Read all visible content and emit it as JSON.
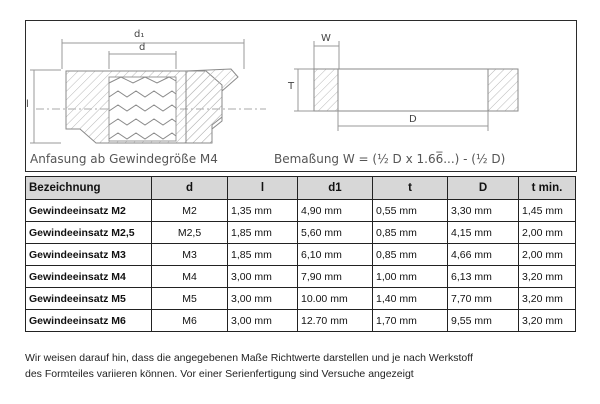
{
  "figure": {
    "left_caption": "Anfasung ab Gewindegröße M4",
    "right_caption": "Bemaßung W = (½ D x 1.66̅...) - (½ D)",
    "dims": {
      "d1": "d₁",
      "d": "d",
      "l": "l",
      "w": "W",
      "t": "T",
      "D": "D"
    }
  },
  "table": {
    "headers": [
      "Bezeichnung",
      "d",
      "l",
      "d1",
      "t",
      "D",
      "t min."
    ],
    "rows": [
      [
        "Gewindeeinsatz M2",
        "M2",
        "1,35 mm",
        "4,90 mm",
        "0,55 mm",
        "3,30 mm",
        "1,45 mm"
      ],
      [
        "Gewindeeinsatz M2,5",
        "M2,5",
        "1,85 mm",
        "5,60 mm",
        "0,85 mm",
        "4,15 mm",
        "2,00 mm"
      ],
      [
        "Gewindeeinsatz M3",
        "M3",
        "1,85 mm",
        "6,10 mm",
        "0,85 mm",
        "4,66 mm",
        "2,00 mm"
      ],
      [
        "Gewindeeinsatz M4",
        "M4",
        "3,00 mm",
        "7,90 mm",
        "1,00 mm",
        "6,13 mm",
        "3,20 mm"
      ],
      [
        "Gewindeeinsatz M5",
        "M5",
        "3,00 mm",
        "10.00 mm",
        "1,40 mm",
        "7,70 mm",
        "3,20 mm"
      ],
      [
        "Gewindeeinsatz M6",
        "M6",
        "3,00 mm",
        "12.70 mm",
        "1,70 mm",
        "9,55 mm",
        "3,20 mm"
      ]
    ]
  },
  "footnote": {
    "line1": "Wir weisen darauf hin, dass die angegebenen Maße Richtwerte darstellen und je nach Werkstoff",
    "line2": "des Formteiles variieren können. Vor einer Serienfertigung sind Versuche angezeigt"
  }
}
